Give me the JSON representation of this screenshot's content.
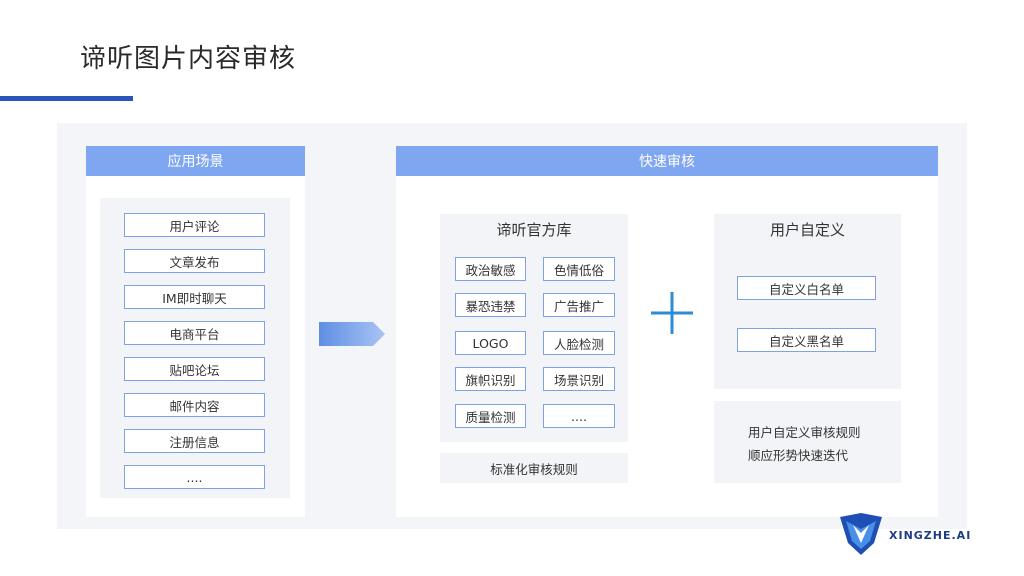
{
  "title": "谛听图片内容审核",
  "scenarios": {
    "header": "应用场景",
    "items": [
      "用户评论",
      "文章发布",
      "IM即时聊天",
      "电商平台",
      "贴吧论坛",
      "邮件内容",
      "注册信息",
      "...."
    ]
  },
  "review": {
    "header": "快速审核",
    "library": {
      "title": "谛听官方库",
      "items": [
        "政治敏感",
        "色情低俗",
        "暴恐违禁",
        "广告推广",
        "LOGO",
        "人脸检测",
        "旗帜识别",
        "场景识别",
        "质量检测",
        "...."
      ],
      "footer": "标准化审核规则"
    },
    "custom": {
      "title": "用户自定义",
      "items": [
        "自定义白名单",
        "自定义黑名单"
      ],
      "rules": [
        "用户自定义审核规则",
        "顺应形势快速迭代"
      ]
    }
  },
  "brand": {
    "name": "XINGZHE.AI"
  },
  "colors": {
    "accent": "#2a55b8",
    "header": "#7fa6f0",
    "border": "#7fa1e6",
    "plus": "#2e8bd6"
  }
}
